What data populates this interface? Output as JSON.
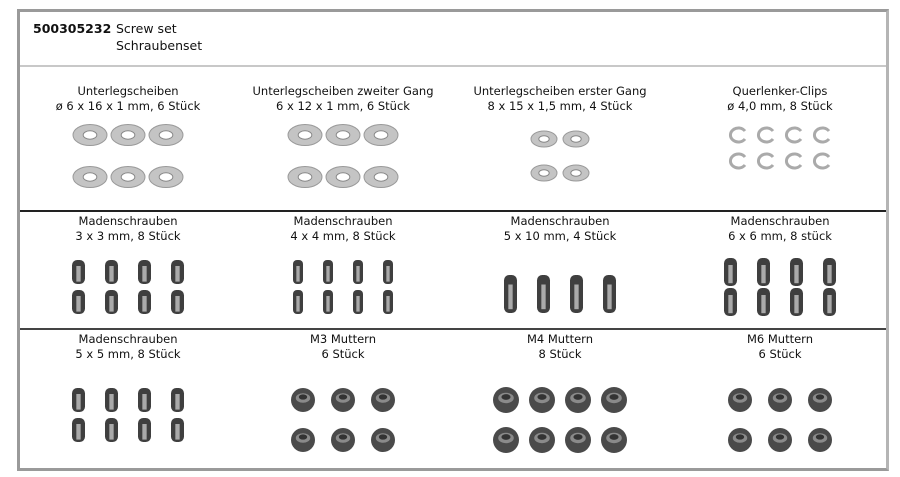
{
  "header": {
    "part_number": "500305232",
    "title_en": "Screw set",
    "title_de": "Schraubenset"
  },
  "rows": [
    [
      {
        "name": "Unterlegscheiben",
        "spec": "ø 6 x 16 x 1 mm, 6 Stück",
        "icon": "washer-icon",
        "count": 6,
        "cols": 3
      },
      {
        "name": "Unterlegscheiben zweiter Gang",
        "spec": "6 x 12 x 1 mm, 6 Stück",
        "icon": "washer-icon",
        "count": 6,
        "cols": 3
      },
      {
        "name": "Unterlegscheiben erster Gang",
        "spec": "8 x 15 x 1,5 mm, 4 Stück",
        "icon": "washer-icon",
        "count": 4,
        "cols": 2
      },
      {
        "name": "Querlenker-Clips",
        "spec": "ø 4,0 mm, 8 Stück",
        "icon": "clip-icon",
        "count": 8,
        "cols": 4
      }
    ],
    [
      {
        "name": "Madenschrauben",
        "spec": "3 x 3 mm, 8 Stück",
        "icon": "grub-screw-icon",
        "count": 8,
        "cols": 4
      },
      {
        "name": "Madenschrauben",
        "spec": "4 x 4 mm, 8 Stück",
        "icon": "grub-screw-icon",
        "count": 8,
        "cols": 4
      },
      {
        "name": "Madenschrauben",
        "spec": "5 x 10 mm, 4 Stück",
        "icon": "grub-screw-icon",
        "count": 4,
        "cols": 4
      },
      {
        "name": "Madenschrauben",
        "spec": "6 x 6 mm, 8 stück",
        "icon": "grub-screw-icon",
        "count": 8,
        "cols": 4
      }
    ],
    [
      {
        "name": "Madenschrauben",
        "spec": "5 x 5 mm, 8 Stück",
        "icon": "grub-screw-icon",
        "count": 8,
        "cols": 4
      },
      {
        "name": "M3 Muttern",
        "spec": "6 Stück",
        "icon": "nut-icon",
        "count": 6,
        "cols": 3
      },
      {
        "name": "M4 Muttern",
        "spec": "8 Stück",
        "icon": "nut-icon",
        "count": 8,
        "cols": 4
      },
      {
        "name": "M6 Muttern",
        "spec": "6 Stück",
        "icon": "nut-icon",
        "count": 6,
        "cols": 3
      }
    ]
  ]
}
